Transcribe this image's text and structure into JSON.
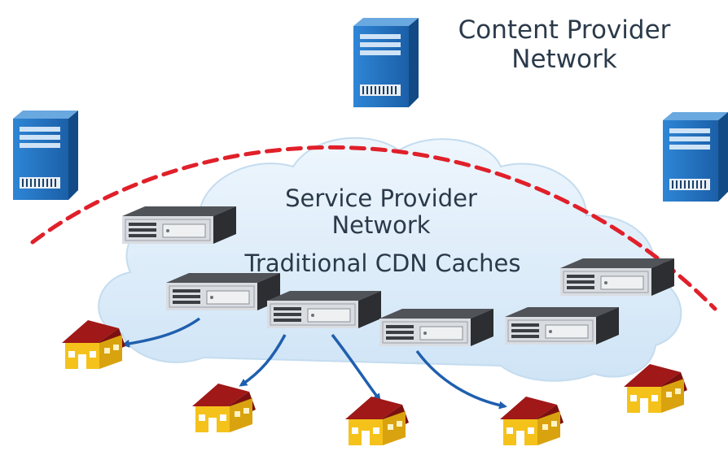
{
  "labels": {
    "content_provider_line1": "Content Provider",
    "content_provider_line2": "Network",
    "service_provider_line1": "Service Provider",
    "service_provider_line2": "Network",
    "caches": "Traditional CDN Caches"
  },
  "icons": {
    "server": "tower-server-icon",
    "cache": "rack-server-icon",
    "home": "house-icon"
  },
  "colors": {
    "boundary": "#e0202a",
    "cloud": "#dcecf9",
    "tower": "#1f6fbf",
    "rack_top": "#4a4d52",
    "roof": "#a01818",
    "house_wall": "#f5c21b",
    "arrow": "#1f5fae"
  }
}
